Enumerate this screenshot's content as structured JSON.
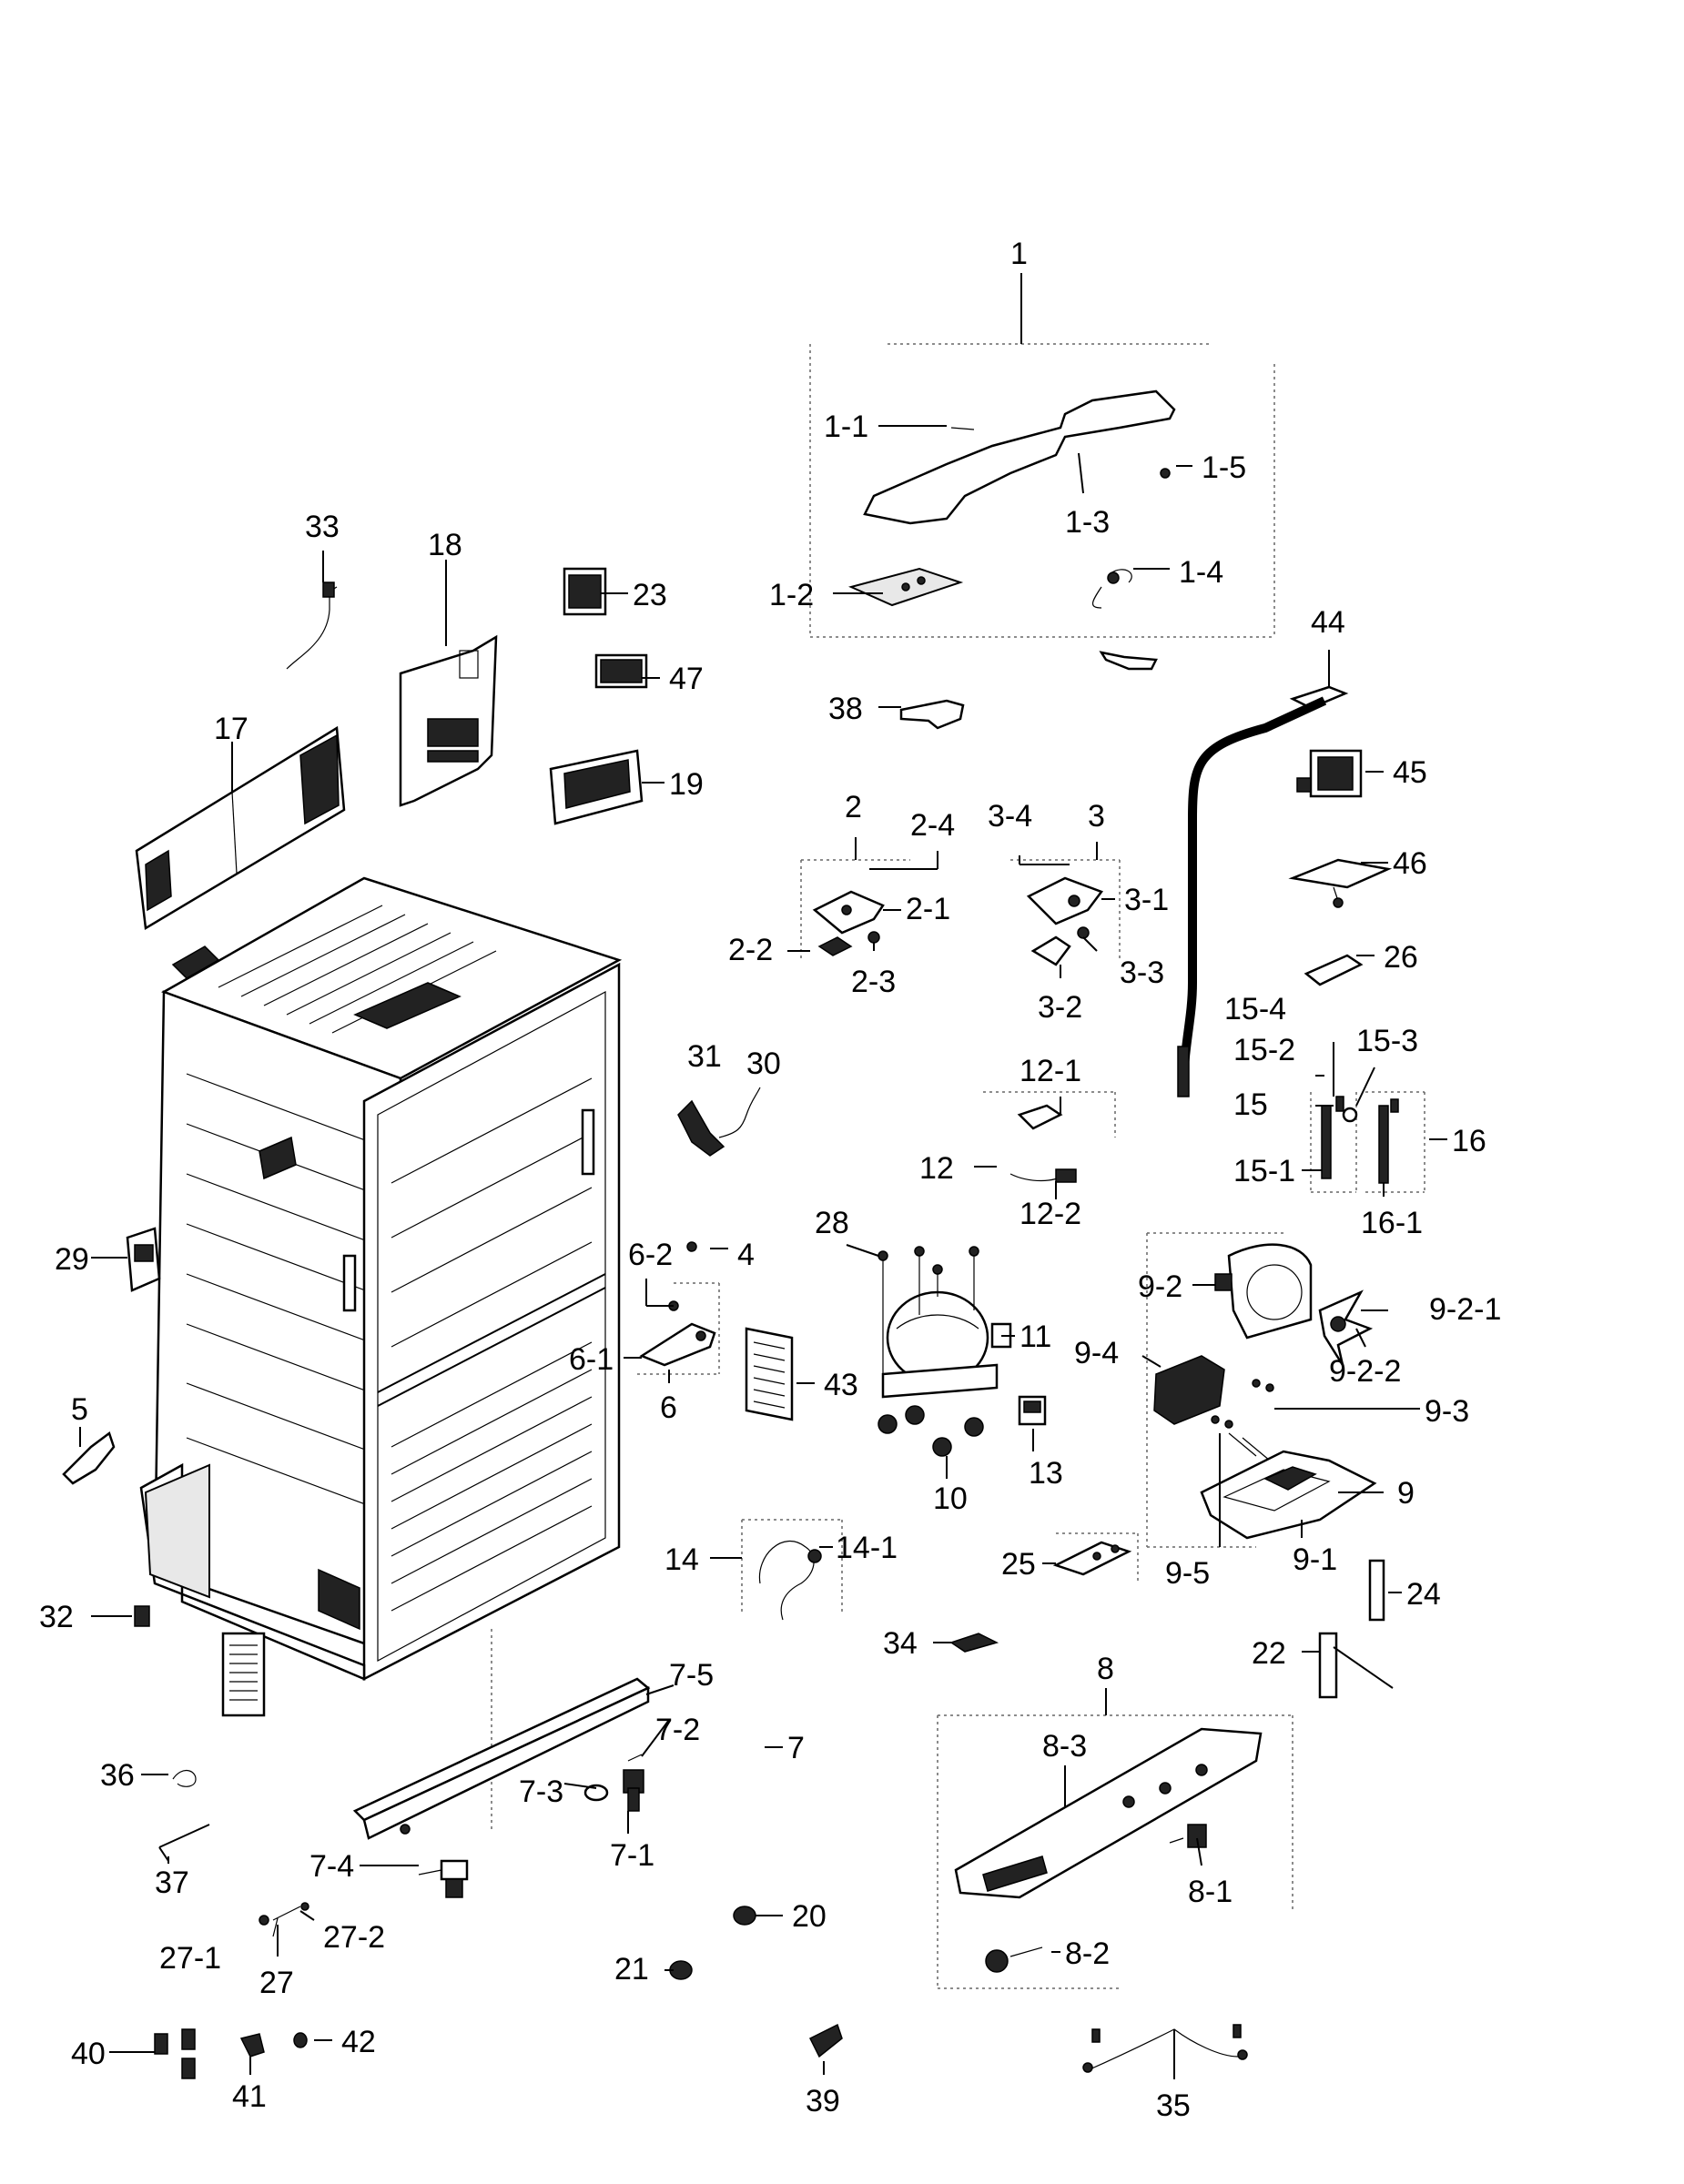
{
  "labels": {
    "l1": "1",
    "l1_1": "1-1",
    "l1_2": "1-2",
    "l1_3": "1-3",
    "l1_4": "1-4",
    "l1_5": "1-5",
    "l2": "2",
    "l2_1": "2-1",
    "l2_2": "2-2",
    "l2_3": "2-3",
    "l2_4": "2-4",
    "l3": "3",
    "l3_1": "3-1",
    "l3_2": "3-2",
    "l3_3": "3-3",
    "l3_4": "3-4",
    "l4": "4",
    "l5": "5",
    "l6": "6",
    "l6_1": "6-1",
    "l6_2": "6-2",
    "l7": "7",
    "l7_1": "7-1",
    "l7_2": "7-2",
    "l7_3": "7-3",
    "l7_4": "7-4",
    "l7_5": "7-5",
    "l8": "8",
    "l8_1": "8-1",
    "l8_2": "8-2",
    "l8_3": "8-3",
    "l9": "9",
    "l9_1": "9-1",
    "l9_2": "9-2",
    "l9_2_1": "9-2-1",
    "l9_2_2": "9-2-2",
    "l9_3": "9-3",
    "l9_4": "9-4",
    "l9_5": "9-5",
    "l10": "10",
    "l11": "11",
    "l12": "12",
    "l12_1": "12-1",
    "l12_2": "12-2",
    "l13": "13",
    "l14": "14",
    "l14_1": "14-1",
    "l15": "15",
    "l15_1": "15-1",
    "l15_2": "15-2",
    "l15_3": "15-3",
    "l15_4": "15-4",
    "l16": "16",
    "l16_1": "16-1",
    "l17": "17",
    "l18": "18",
    "l19": "19",
    "l20": "20",
    "l21": "21",
    "l22": "22",
    "l23": "23",
    "l24": "24",
    "l25": "25",
    "l26": "26",
    "l27": "27",
    "l27_1": "27-1",
    "l27_2": "27-2",
    "l28": "28",
    "l29": "29",
    "l30": "30",
    "l31": "31",
    "l32": "32",
    "l33": "33",
    "l34": "34",
    "l35": "35",
    "l36": "36",
    "l37": "37",
    "l38": "38",
    "l39": "39",
    "l40": "40",
    "l41": "41",
    "l42": "42",
    "l43": "43",
    "l44": "44",
    "l45": "45",
    "l46": "46",
    "l47": "47"
  },
  "colors": {
    "line": "#000000",
    "fill": "#ffffff",
    "shade": "#e8e8e8",
    "dashed": "#666666"
  }
}
